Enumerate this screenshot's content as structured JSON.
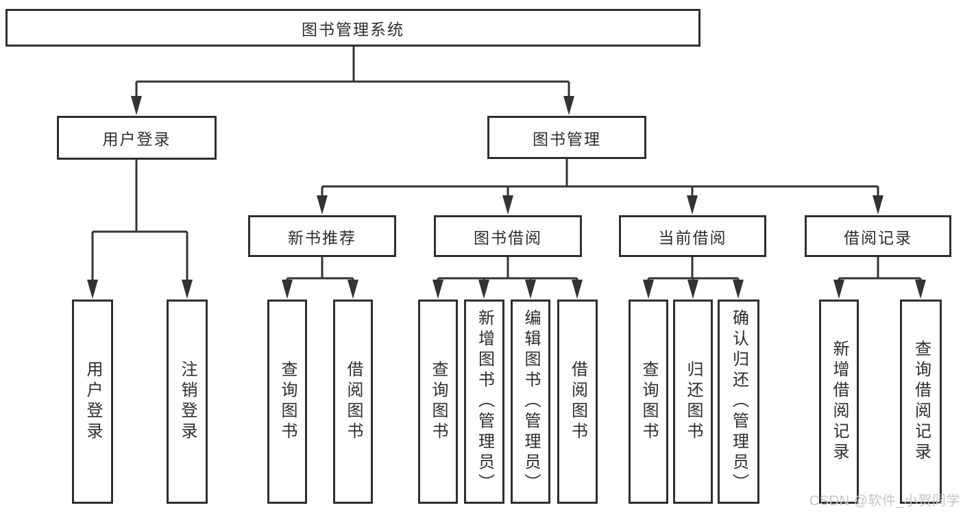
{
  "diagram": {
    "colors": {
      "line": "#333333",
      "box_border": "#2e2e2e",
      "box_fill": "#ffffff",
      "text": "#2d2d2d",
      "watermark": "#c5c5ca"
    },
    "tree": {
      "root": {
        "label": "图书管理系统",
        "children": [
          {
            "label": "用户登录",
            "children": [
              {
                "label": "用户登录"
              },
              {
                "label": "注销登录"
              }
            ]
          },
          {
            "label": "图书管理",
            "children": [
              {
                "label": "新书推荐",
                "children": [
                  {
                    "label": "查询图书"
                  },
                  {
                    "label": "借阅图书"
                  }
                ]
              },
              {
                "label": "图书借阅",
                "children": [
                  {
                    "label": "查询图书"
                  },
                  {
                    "label": "新增图书（管理员）"
                  },
                  {
                    "label": "编辑图书（管理员）"
                  },
                  {
                    "label": "借阅图书"
                  }
                ]
              },
              {
                "label": "当前借阅",
                "children": [
                  {
                    "label": "查询图书"
                  },
                  {
                    "label": "归还图书"
                  },
                  {
                    "label": "确认归还（管理员）"
                  }
                ]
              },
              {
                "label": "借阅记录",
                "children": [
                  {
                    "label": "新增借阅记录"
                  },
                  {
                    "label": "查询借阅记录"
                  }
                ]
              }
            ]
          }
        ]
      }
    }
  },
  "watermark": {
    "text": "CSDN @软件_小贺同学"
  }
}
